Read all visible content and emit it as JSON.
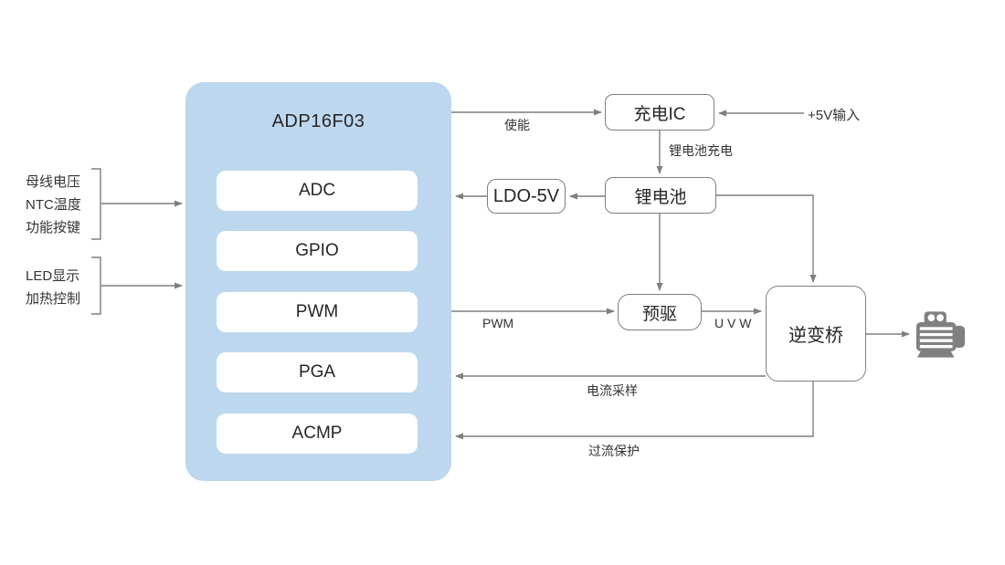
{
  "diagram": {
    "chip": {
      "title": "ADP16F03",
      "modules": [
        "ADC",
        "GPIO",
        "PWM",
        "PGA",
        "ACMP"
      ]
    },
    "left_groups": [
      {
        "lines": [
          "母线电压",
          "NTC温度",
          "功能按键"
        ]
      },
      {
        "lines": [
          "LED显示",
          "加热控制"
        ]
      }
    ],
    "blocks": {
      "charge_ic": "充电IC",
      "battery": "锂电池",
      "ldo": "LDO-5V",
      "predriver": "预驱",
      "inverter": "逆变桥"
    },
    "edge_labels": {
      "enable": "使能",
      "five_v_input": "+5V输入",
      "battery_charge": "锂电池充电",
      "pwm": "PWM",
      "uvw": "U V W",
      "current_sample": "电流采样",
      "overcurrent": "过流保护"
    },
    "icons": {
      "motor": "motor-icon"
    },
    "colors": {
      "chip_fill": "#bdd7ee",
      "module_fill": "#ffffff",
      "box_border": "#7f7f7f",
      "line": "#7f7f7f",
      "text": "#262626",
      "label_text": "#333333",
      "motor_icon": "#808080"
    }
  }
}
